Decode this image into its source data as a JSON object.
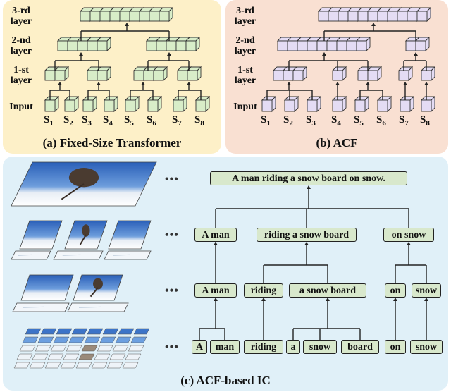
{
  "panel_a": {
    "caption": "(a) Fixed-Size Transformer",
    "layers": [
      "3-rd layer",
      "2-nd layer",
      "1-st layer",
      "Input"
    ],
    "inputs": [
      "S1",
      "S2",
      "S3",
      "S4",
      "S5",
      "S6",
      "S7",
      "S8"
    ]
  },
  "panel_b": {
    "caption": "(b) ACF",
    "layers": [
      "3-rd layer",
      "2-nd layer",
      "1-st layer",
      "Input"
    ],
    "inputs": [
      "S1",
      "S2",
      "S3",
      "S4",
      "S5",
      "S6",
      "S7",
      "S8"
    ]
  },
  "panel_c": {
    "caption": "(c) ACF-based IC",
    "dots": "•••",
    "top": "A man riding a snow board on snow.",
    "level3": [
      "A man",
      "riding a snow board",
      "on snow"
    ],
    "level2": [
      "A man",
      "riding",
      "a snow board",
      "on",
      "snow"
    ],
    "level1": [
      "A",
      "man",
      "riding",
      "a",
      "snow",
      "board",
      "on",
      "snow"
    ]
  },
  "colors": {
    "green_cube": "#d8edc8",
    "purple_cube": "#e4dcf4",
    "node_fill": "#d8e8cc"
  }
}
